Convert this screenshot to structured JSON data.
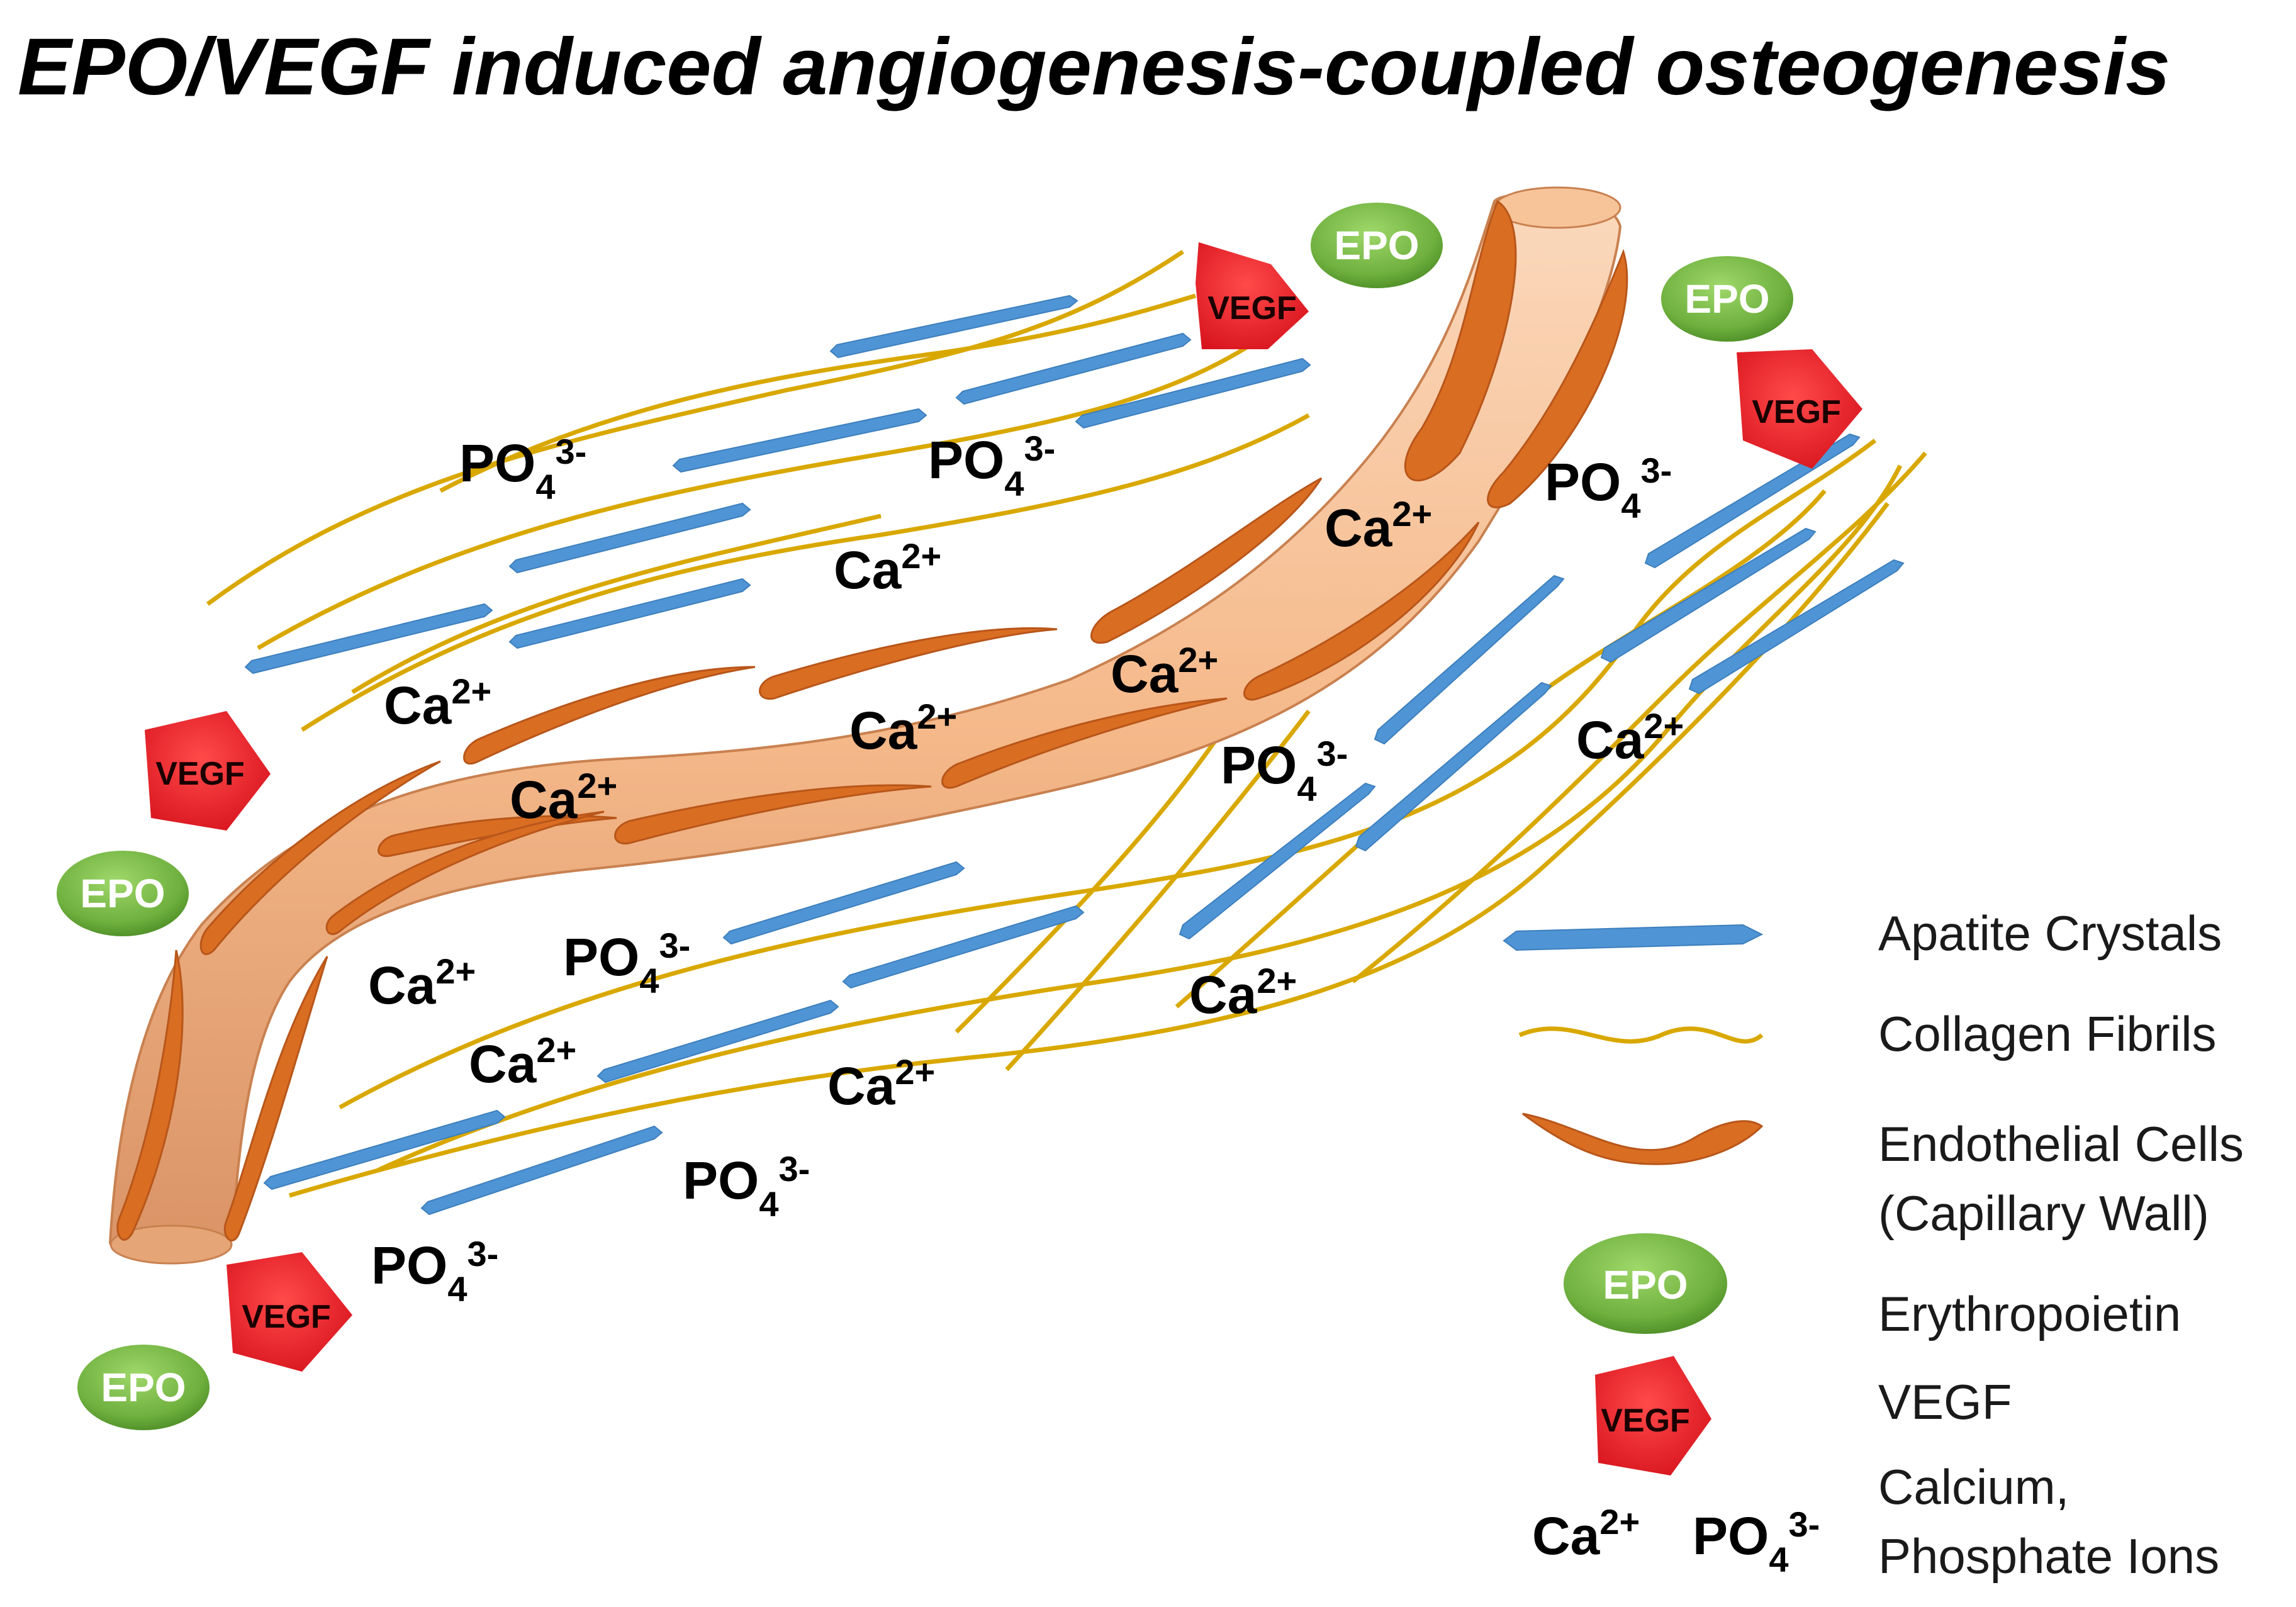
{
  "title": "EPO/VEGF induced angiogenesis-coupled osteogenesis",
  "colors": {
    "crystal": "#4f94d4",
    "fibril": "#d9a800",
    "endothelial": "#d96d22",
    "capillary": "#f5b98a",
    "epo": "#6fb03f",
    "vegf": "#e8202a"
  },
  "markers": {
    "epo_label": "EPO",
    "vegf_label": "VEGF"
  },
  "ions": {
    "calcium": {
      "base": "Ca",
      "sup": "2+"
    },
    "phosphate": {
      "base": "PO",
      "sub": "4",
      "sup": "3-"
    }
  },
  "legend": {
    "apatite": "Apatite Crystals",
    "collagen": "Collagen Fibrils",
    "endothelial_line1": "Endothelial Cells",
    "endothelial_line2": "(Capillary Wall)",
    "erythropoietin": "Erythropoietin",
    "vegf": "VEGF",
    "ions_line1": "Calcium,",
    "ions_line2": "Phosphate Ions"
  }
}
